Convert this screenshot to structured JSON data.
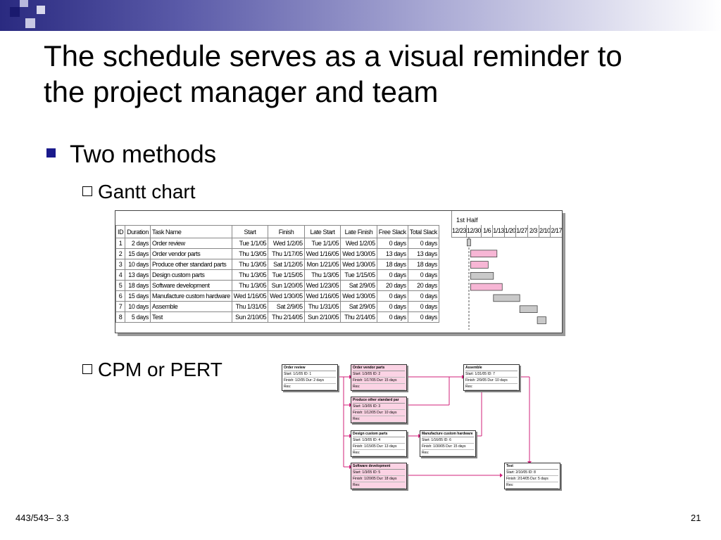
{
  "slide": {
    "title_line1": "The schedule serves as a visual reminder to",
    "title_line2": "the project manager and team",
    "bullet1": "Two methods",
    "sub1": "Gantt chart",
    "sub2": "CPM or PERT",
    "footer_left": "443/543– 3.3",
    "page_number": "21",
    "colors": {
      "topbar": "#2a2a80",
      "bullet": "#1a1a8c",
      "critical": "#fbd3e4"
    }
  },
  "gantt": {
    "columns": [
      "ID",
      "Duration",
      "Task Name",
      "Start",
      "Finish",
      "Late Start",
      "Late Finish",
      "Free Slack",
      "Total Slack"
    ],
    "half_label": "1st Half",
    "dates": [
      "12/23",
      "12/30",
      "1/6",
      "1/13",
      "1/20",
      "1/27",
      "2/3",
      "2/10",
      "2/17"
    ],
    "rows": [
      [
        "1",
        "2 days",
        "Order review",
        "Tue 1/1/05",
        "Wed 1/2/05",
        "Tue 1/1/05",
        "Wed 1/2/05",
        "0 days",
        "0 days"
      ],
      [
        "2",
        "15 days",
        "Order vendor parts",
        "Thu 1/3/05",
        "Thu 1/17/05",
        "Wed 1/16/05",
        "Wed 1/30/05",
        "13 days",
        "13 days"
      ],
      [
        "3",
        "10 days",
        "Produce other standard parts",
        "Thu 1/3/05",
        "Sat 1/12/05",
        "Mon 1/21/05",
        "Wed 1/30/05",
        "18 days",
        "18 days"
      ],
      [
        "4",
        "13 days",
        "Design custom parts",
        "Thu 1/3/05",
        "Tue 1/15/05",
        "Thu 1/3/05",
        "Tue 1/15/05",
        "0 days",
        "0 days"
      ],
      [
        "5",
        "18 days",
        "Software development",
        "Thu 1/3/05",
        "Sun 1/20/05",
        "Wed 1/23/05",
        "Sat 2/9/05",
        "20 days",
        "20 days"
      ],
      [
        "6",
        "15 days",
        "Manufacture custom hardware",
        "Wed 1/16/05",
        "Wed 1/30/05",
        "Wed 1/16/05",
        "Wed 1/30/05",
        "0 days",
        "0 days"
      ],
      [
        "7",
        "10 days",
        "Assemble",
        "Thu 1/31/05",
        "Sat 2/9/05",
        "Thu 1/31/05",
        "Sat 2/9/05",
        "0 days",
        "0 days"
      ],
      [
        "8",
        "5 days",
        "Test",
        "Sun 2/10/05",
        "Thu 2/14/05",
        "Sun 2/10/05",
        "Thu 2/14/05",
        "0 days",
        "0 days"
      ]
    ]
  },
  "pert": {
    "nodes": [
      {
        "title": "Order review",
        "l1": "Start:   1/1/05    ID:   1",
        "l2": "Finish:  1/2/05    Dur: 2 days",
        "l3": "Res:"
      },
      {
        "title": "Order vendor parts",
        "l1": "Start:   1/3/05    ID:   2",
        "l2": "Finish: 1/17/05  Dur: 15 days",
        "l3": "Res:"
      },
      {
        "title": "Assemble",
        "l1": "Start:   1/31/05  ID:   7",
        "l2": "Finish:  2/9/05    Dur: 10 days",
        "l3": "Res:"
      },
      {
        "title": "Produce other standard par",
        "l1": "Start:   1/3/05    ID:   3",
        "l2": "Finish: 1/12/05  Dur: 10 days",
        "l3": "Res:"
      },
      {
        "title": "Design custom parts",
        "l1": "Start:   1/3/05    ID:   4",
        "l2": "Finish: 1/15/05  Dur: 13 days",
        "l3": "Res:"
      },
      {
        "title": "Manufacture custom hardware",
        "l1": "Start:   1/16/05  ID:   6",
        "l2": "Finish: 1/30/05  Dur: 15 days",
        "l3": "Res:"
      },
      {
        "title": "Software development",
        "l1": "Start:   1/3/05    ID:   5",
        "l2": "Finish: 1/20/05  Dur: 18 days",
        "l3": "Res:"
      },
      {
        "title": "Test",
        "l1": "Start:   2/10/05  ID:   8",
        "l2": "Finish:  2/14/05  Dur:  5 days",
        "l3": "Res:"
      }
    ]
  }
}
